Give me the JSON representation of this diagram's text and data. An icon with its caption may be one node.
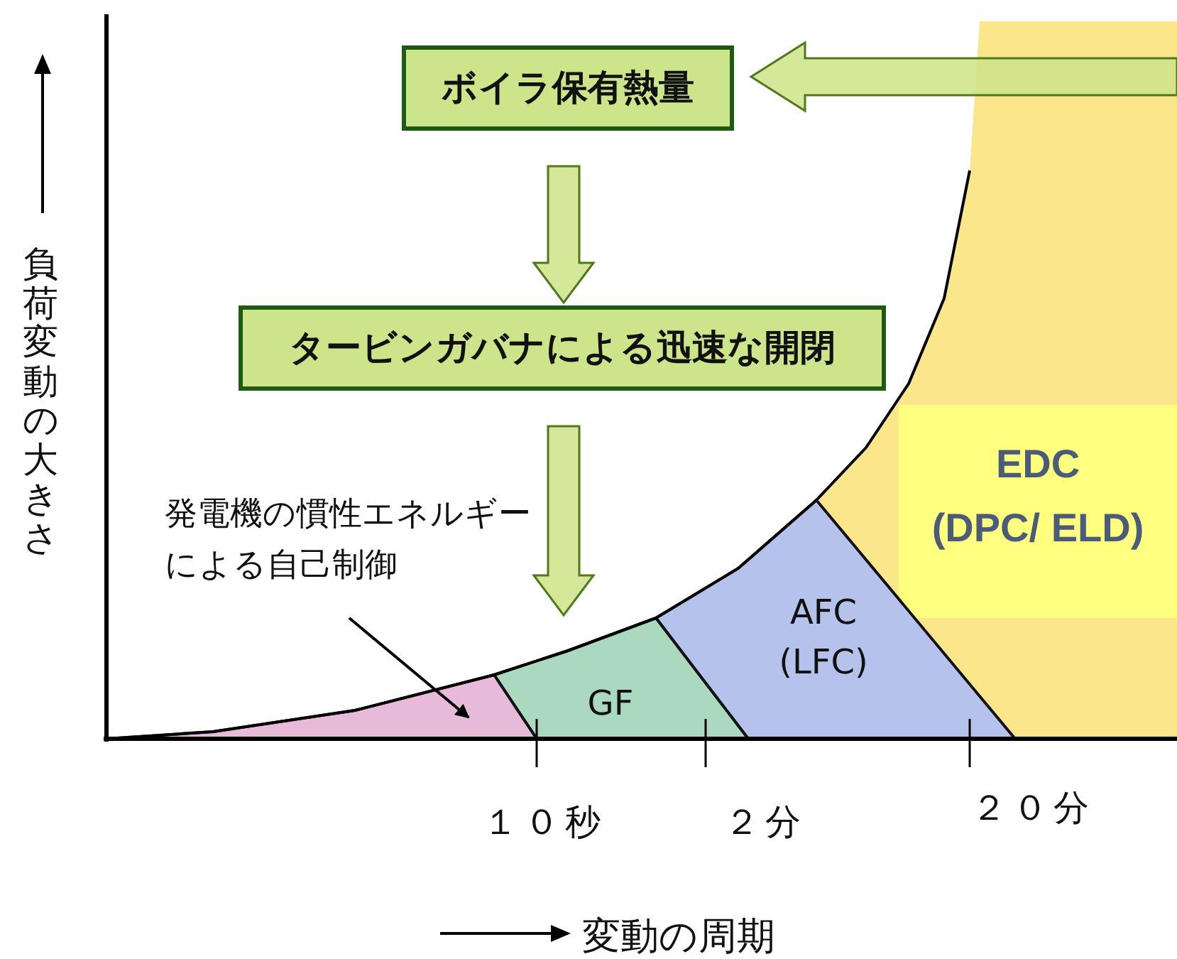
{
  "diagram": {
    "nodes": [
      {
        "text": [
          "ボイラ保有熱量"
        ]
      },
      {
        "text": [
          "タービンガバナによる迅速な開閉"
        ]
      },
      {
        "text": [
          "EDC",
          "(DPC/ ELD)"
        ]
      },
      {
        "text": [
          "発電機の慣性エネルギーによる自己制御"
        ]
      },
      {
        "text": [
          "AFC (LFC)"
        ]
      },
      {
        "text": [
          "GF"
        ]
      },
      {
        "text": [],
        "shape": "triangle"
      }
    ],
    "edges": [
      {
        "from": 2,
        "to": 0,
        "arrow": "to"
      },
      {
        "from": 0,
        "to": 1,
        "arrow": "to"
      },
      {
        "from": 1,
        "to": 5,
        "arrow": "to"
      },
      {
        "from": 3,
        "to": 6,
        "arrow": "to"
      }
    ],
    "labels": [
      "負荷変動の大きさ",
      "１０秒",
      "２分",
      "２０分",
      "変動の周期"
    ]
  }
}
